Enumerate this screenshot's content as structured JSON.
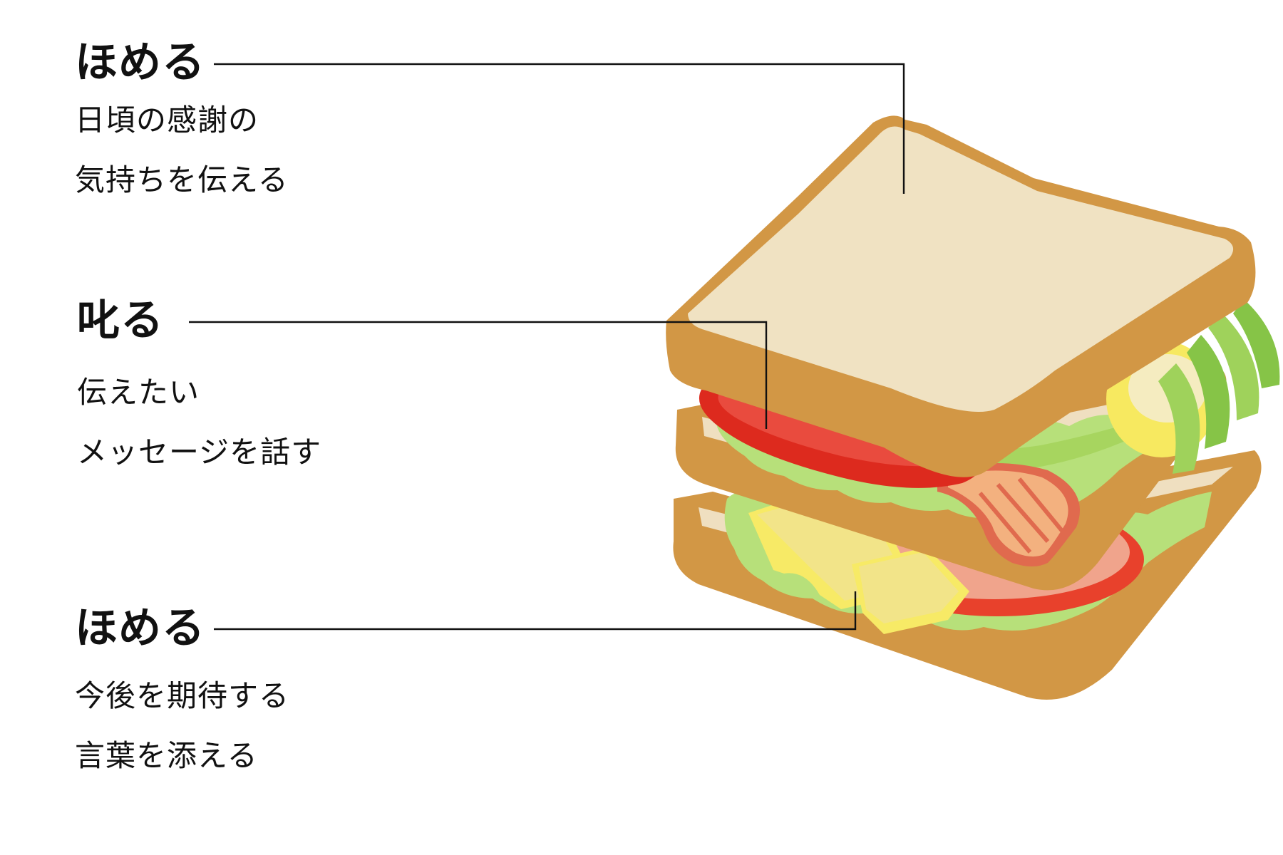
{
  "sections": [
    {
      "heading": "ほめる",
      "lines": [
        "日頃の感謝の",
        "気持ちを伝える"
      ]
    },
    {
      "heading": "叱る",
      "lines": [
        "伝えたい",
        "メッセージを話す"
      ]
    },
    {
      "heading": "ほめる",
      "lines": [
        "今後を期待する",
        "言葉を添える"
      ]
    }
  ],
  "colors": {
    "crust": "#d29745",
    "bread": "#f0e2c2",
    "lettuce": "#a9d86a",
    "tomato": "#dd2a1e",
    "cheese": "#f2e489",
    "ham": "#f0a48c",
    "avocado": "#86c447"
  }
}
